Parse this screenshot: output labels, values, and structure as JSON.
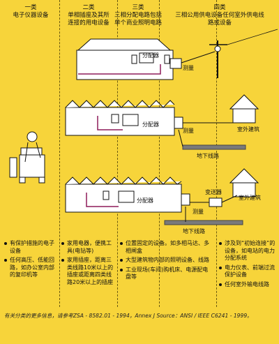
{
  "columns": [
    {
      "category": "一类",
      "title_lines": [
        "电子仪器设备"
      ],
      "bullets": [
        "有保护措施的电子设备",
        "任何高压、低能回路，如办公室内部的复印机等"
      ]
    },
    {
      "category": "二类",
      "title_lines": [
        "单相插座及其所",
        "连接的用电设备"
      ],
      "bullets": [
        "家用电器，便携工具(电钻等)",
        "家用插座，距离三类线路10米以上的插座或距离四类线路20米以上的插座"
      ]
    },
    {
      "category": "三类",
      "title_lines": [
        "三相分配电路包括",
        "单个商业照明电路"
      ],
      "bullets": [
        "位置固定的设备。如多相马达、多相闸盒",
        "大型建筑物内部的照明设备、线路",
        "工业现场(车间)购机床、电源配电盘等"
      ]
    },
    {
      "category": "四类",
      "title_lines": [
        "三相公用供电设备任何室外供电线",
        "路或设备"
      ],
      "bullets": [
        "涉及到“初始连接”的设备，如电站的电力分配系统",
        "电力仪表、前端过流保护设备",
        "任何室外输电线路"
      ]
    }
  ],
  "labels": {
    "distribution_box": "分配器",
    "meter": "测量",
    "outdoor_building": "室外建筑",
    "underground_line": "地下线路",
    "transformer": "变送器"
  },
  "footer": "有关分类的更多信息，请参考ZSA - 8582.01 - 1994，Annex J Source：ANSI / IEEE C6241 - 1999。",
  "colors": {
    "background": "#f7d43a",
    "building": "#ffffff",
    "line": "#111111",
    "ground_bar": "#7a7a7a",
    "accent_wire": "#8e1b5a"
  }
}
